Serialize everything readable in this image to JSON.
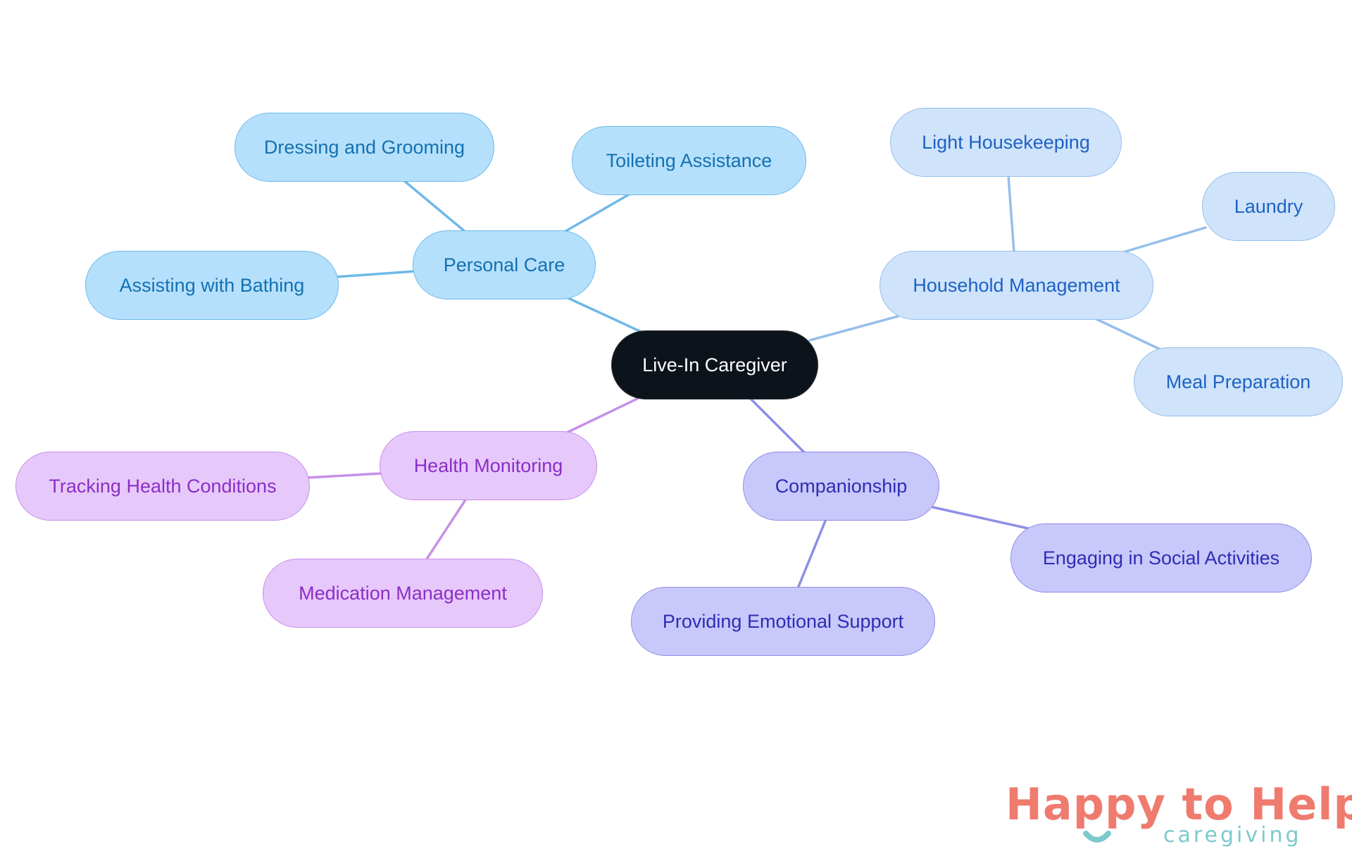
{
  "diagram": {
    "root": {
      "label": "Live-In Caregiver"
    },
    "branches": [
      {
        "label": "Personal Care",
        "color": "#6fb9e8",
        "children": [
          "Dressing and Grooming",
          "Toileting Assistance",
          "Assisting with Bathing"
        ]
      },
      {
        "label": "Household Management",
        "color": "#96bfea",
        "children": [
          "Light Housekeeping",
          "Laundry",
          "Meal Preparation"
        ]
      },
      {
        "label": "Companionship",
        "color": "#8e8ee6",
        "children": [
          "Engaging in Social Activities",
          "Providing Emotional Support"
        ]
      },
      {
        "label": "Health Monitoring",
        "color": "#c790e8",
        "children": [
          "Tracking Health Conditions",
          "Medication Management"
        ]
      }
    ]
  },
  "logo": {
    "name": "Happy to Help",
    "tagline": "caregiving",
    "primary_color": "#ef7b6e",
    "accent_color": "#7dc9cc"
  }
}
